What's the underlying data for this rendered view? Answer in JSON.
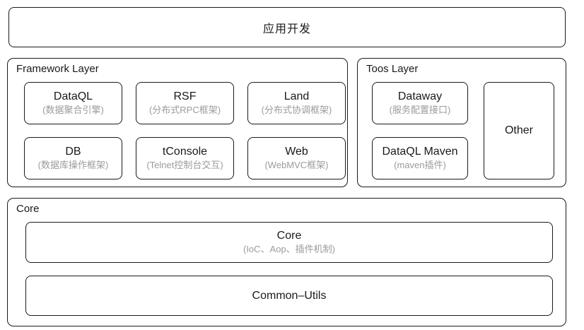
{
  "app_box": {
    "title": "应用开发"
  },
  "framework_layer": {
    "label": "Framework Layer",
    "boxes": [
      {
        "title": "DataQL",
        "subtitle": "(数据聚合引擎)"
      },
      {
        "title": "RSF",
        "subtitle": "(分布式RPC框架)"
      },
      {
        "title": "Land",
        "subtitle": "(分布式协调框架)"
      },
      {
        "title": "DB",
        "subtitle": "(数据库操作框架)"
      },
      {
        "title": "tConsole",
        "subtitle": "(Telnet控制台交互)"
      },
      {
        "title": "Web",
        "subtitle": "(WebMVC框架)"
      }
    ]
  },
  "tools_layer": {
    "label": "Toos Layer",
    "boxes": [
      {
        "title": "Dataway",
        "subtitle": "(服务配置接口)"
      },
      {
        "title": "DataQL Maven",
        "subtitle": "(maven插件)"
      }
    ],
    "other_box": {
      "title": "Other"
    }
  },
  "core_layer": {
    "label": "Core",
    "boxes": [
      {
        "title": "Core",
        "subtitle": "(IoC、Aop、插件机制)"
      },
      {
        "title": "Common–Utils",
        "subtitle": ""
      }
    ]
  },
  "colors": {
    "background": "#ffffff",
    "border": "#1a1a1a",
    "title_text": "#1a1a1a",
    "subtitle_text": "#9b9b9b"
  }
}
